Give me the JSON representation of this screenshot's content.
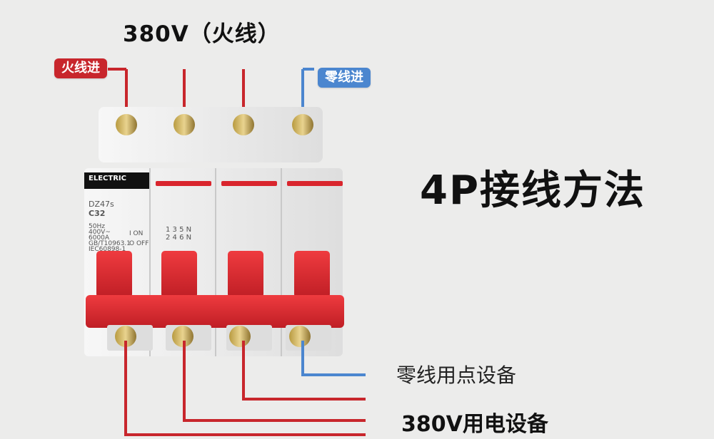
{
  "diagram": {
    "top_label": "380V（火线）",
    "live_in_label": "火线进",
    "neutral_in_label": "零线进",
    "main_title": "4P接线方法",
    "neutral_output_label": "零线用点设备",
    "live_output_label": "380V用电设备"
  },
  "breaker": {
    "brand": "ELECTRIC",
    "model": "DZ47s",
    "rating": "C32",
    "spec_lines": [
      "50Hz",
      "400V~",
      "6000A",
      "GB/T10963.1",
      "IEC60898-1"
    ],
    "switch_on": "I ON",
    "switch_off": "O OFF",
    "terminal_marks": "1 3 5 N\n2 4 6 N"
  },
  "colors": {
    "live": "#c8262c",
    "neutral": "#4b86cf",
    "background": "#ececeb",
    "breaker_body": "#ececec",
    "breaker_red": "#d9252d"
  }
}
